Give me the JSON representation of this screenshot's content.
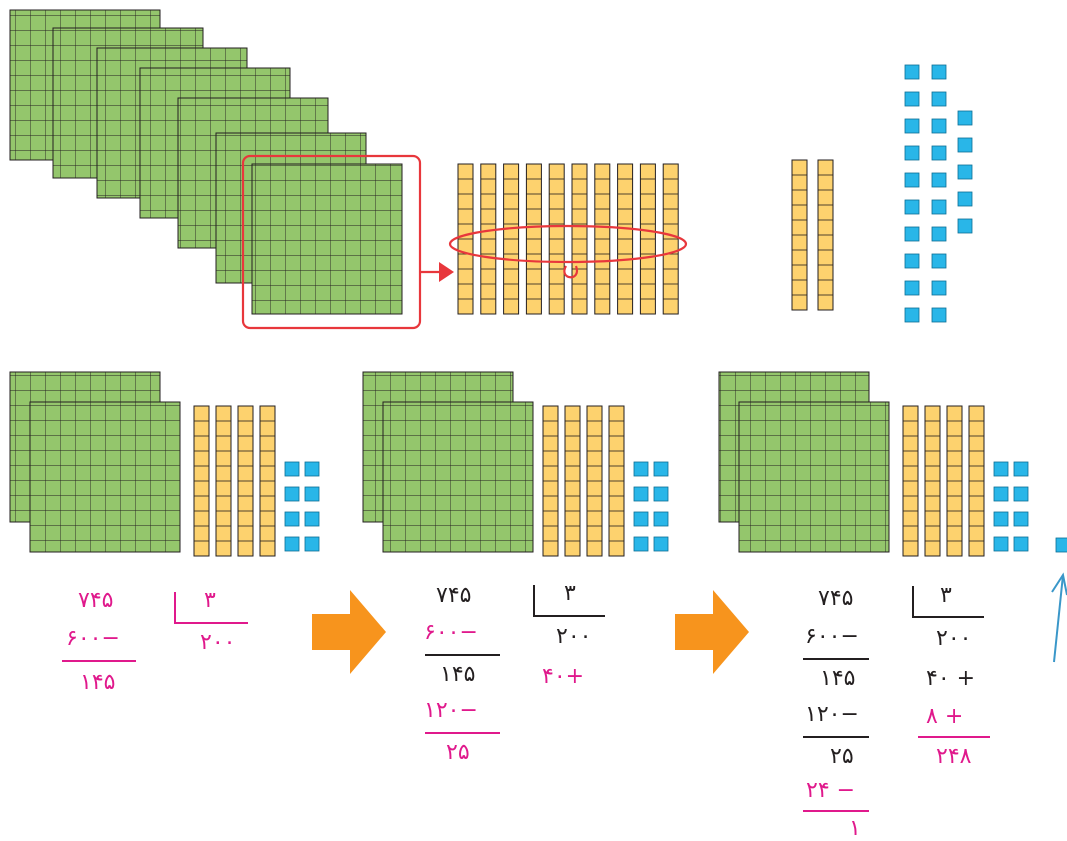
{
  "colors": {
    "hundred_block": "#94c66c",
    "ten_rod": "#fdd26e",
    "unit_cube": "#29b6e8",
    "grid_line": "#231f20",
    "highlight": "#e8373c",
    "arrow": "#f7941d",
    "pink_text": "#e0198c",
    "dark_text": "#231f20",
    "pointer": "#3a97c9"
  },
  "icons": {
    "regroup_arrow": "right-arrow-icon",
    "step_arrow": "orange-right-arrow-icon",
    "pointer": "up-arrow-icon"
  },
  "models": {
    "top": {
      "hundreds": 7,
      "tens": 10,
      "extra_tens": 2,
      "ones": 25
    },
    "step1": {
      "hundreds": 2,
      "tens": 4,
      "ones": 8
    },
    "step2": {
      "hundreds": 2,
      "tens": 4,
      "ones": 8
    },
    "step3": {
      "hundreds": 2,
      "tens": 4,
      "ones": 8,
      "remainder": 1
    }
  },
  "division": {
    "step1": {
      "dividend": "۷۴۵",
      "subtract": "−۶۰۰",
      "result": "۱۴۵",
      "divisor": "۳",
      "quotient": "۲۰۰"
    },
    "step2": {
      "dividend": "۷۴۵",
      "subtract1": "−۶۰۰",
      "result1": "۱۴۵",
      "subtract2": "−۱۲۰",
      "result2": "۲۵",
      "divisor": "۳",
      "quotient1": "۲۰۰",
      "quotient2": "+۴۰"
    },
    "step3": {
      "dividend": "۷۴۵",
      "subtract1": "−۶۰۰",
      "result1": "۱۴۵",
      "subtract2": "−۱۲۰",
      "result2": "۲۵",
      "subtract3": "− ۲۴",
      "remainder": "۱",
      "divisor": "۳",
      "quotient1": "۲۰۰",
      "quotient2": "+ ۴۰",
      "quotient3": "+ ۸",
      "total": "۲۴۸"
    }
  }
}
